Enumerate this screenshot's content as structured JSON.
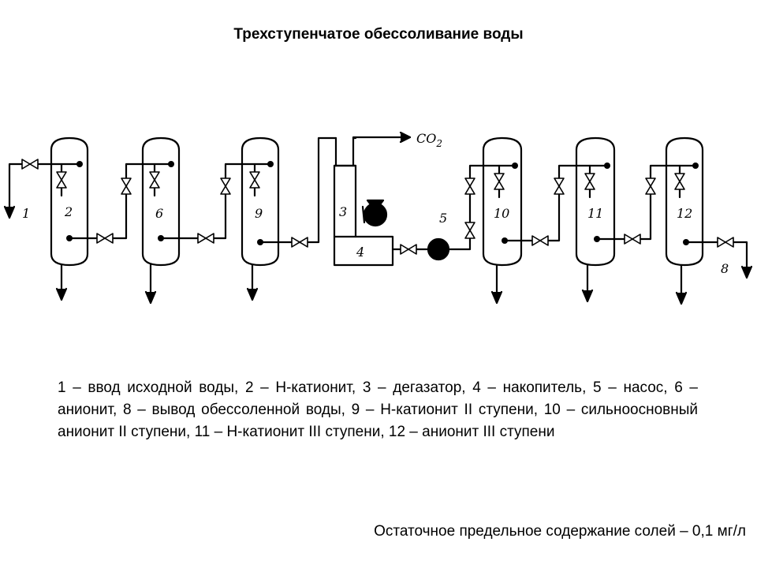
{
  "title": "Трехступенчатое обессоливание воды",
  "diagram": {
    "labels": {
      "l1": "1",
      "l2": "2",
      "l3": "3",
      "l4": "4",
      "l5": "5",
      "l6": "6",
      "l8": "8",
      "l9": "9",
      "l10": "10",
      "l11": "11",
      "l12": "12"
    },
    "co2": "CO",
    "co2_sub": "2"
  },
  "legend": "1 – ввод исходной воды, 2 – Н-катионит, 3 – дегазатор, 4 – накопитель, 5 – насос, 6 – анионит, 8 – вывод обессоленной воды, 9 – Н-катионит II ступени, 10 – сильноосновный анионит II ступени, 11 – Н-катионит III ступени, 12 – анионит III ступени",
  "footnote": "Остаточное предельное содержание солей – 0,1 мг/л"
}
